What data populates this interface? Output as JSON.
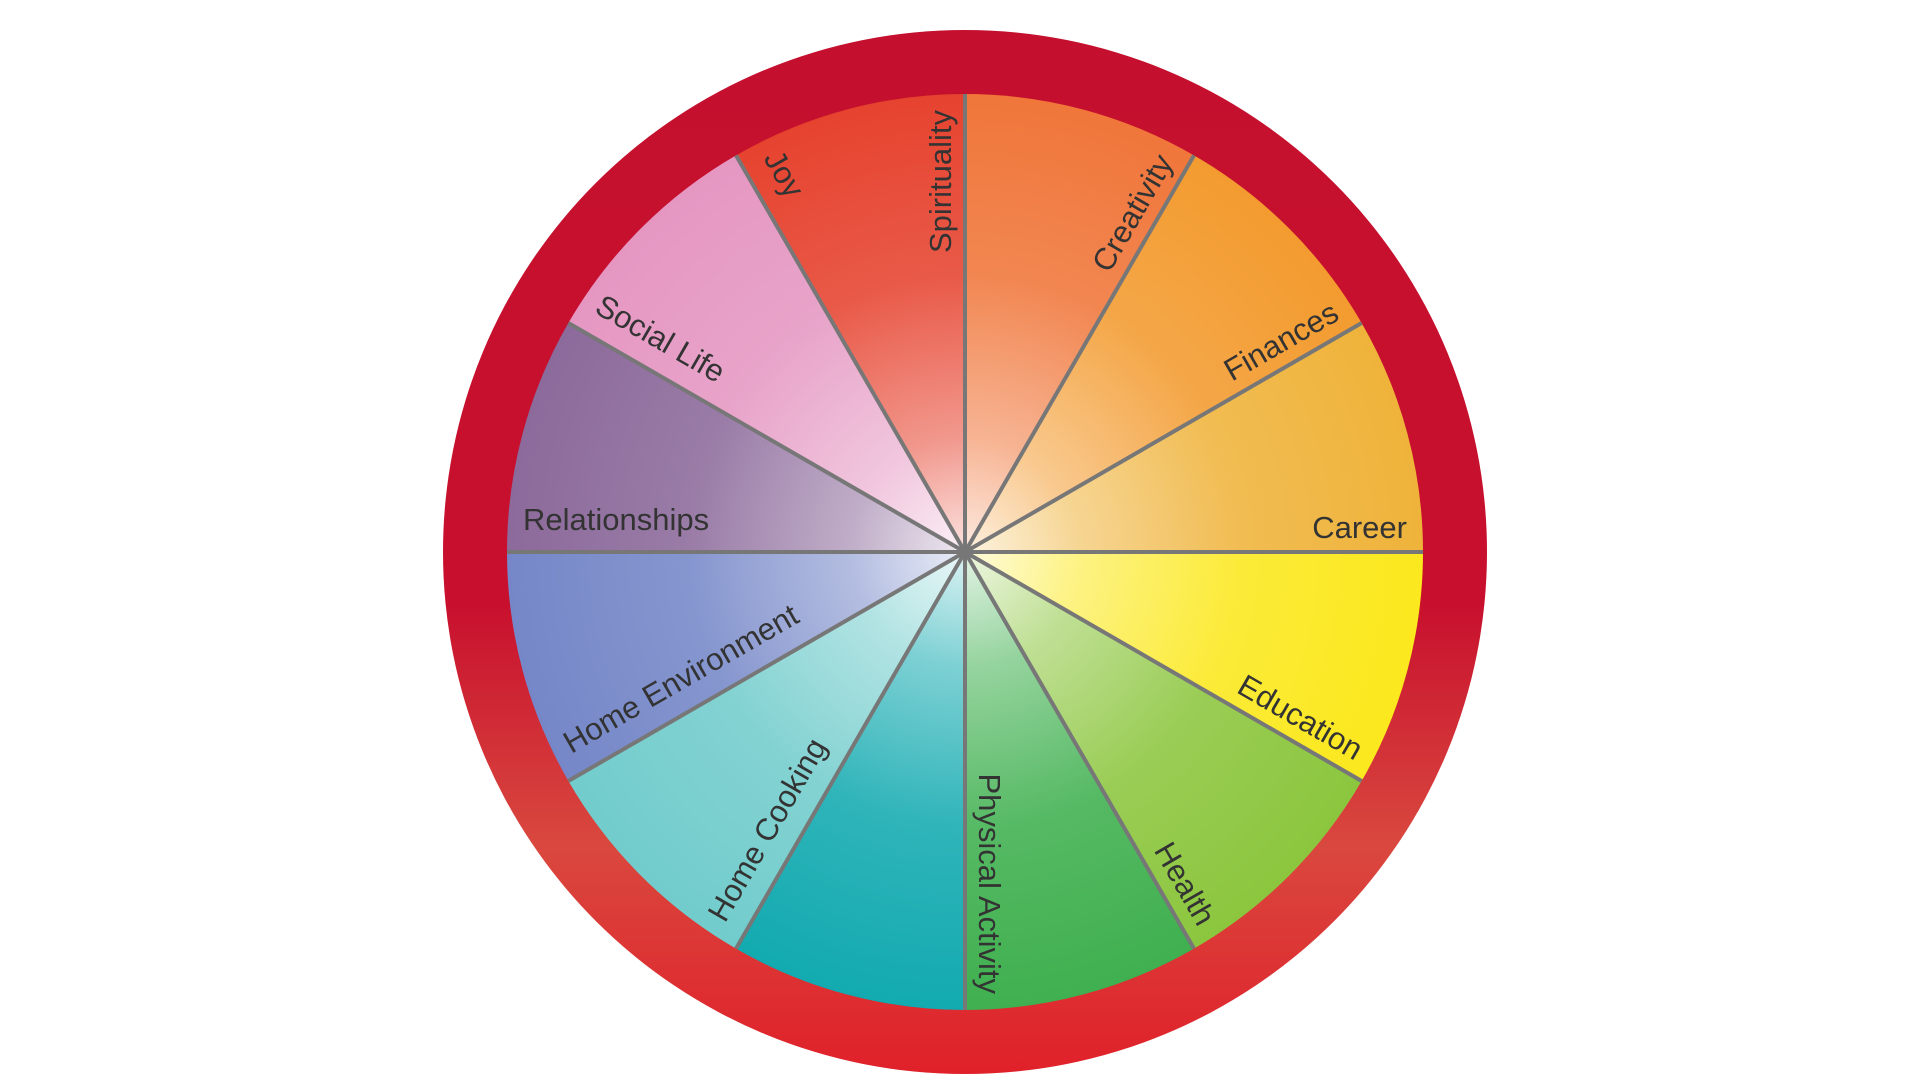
{
  "wheel": {
    "ring_color": "#c8102e",
    "segments": [
      {
        "label": "Career",
        "color": "#efb33a"
      },
      {
        "label": "Finances",
        "color": "#f39b2f"
      },
      {
        "label": "Creativity",
        "color": "#f0763a"
      },
      {
        "label": "Spirituality",
        "color": "#e6432f"
      },
      {
        "label": "Joy",
        "color": "#e597c2"
      },
      {
        "label": "Social Life",
        "color": "#8c6a9b"
      },
      {
        "label": "Relationships",
        "color": "#7587c8"
      },
      {
        "label": "Home Environment",
        "color": "#72cccc"
      },
      {
        "label": "Home Cooking",
        "color": "#12aab0"
      },
      {
        "label": "Physical Activity",
        "color": "#3fb04f"
      },
      {
        "label": "Health",
        "color": "#8cc63e"
      },
      {
        "label": "Education",
        "color": "#fbe81d"
      }
    ]
  }
}
